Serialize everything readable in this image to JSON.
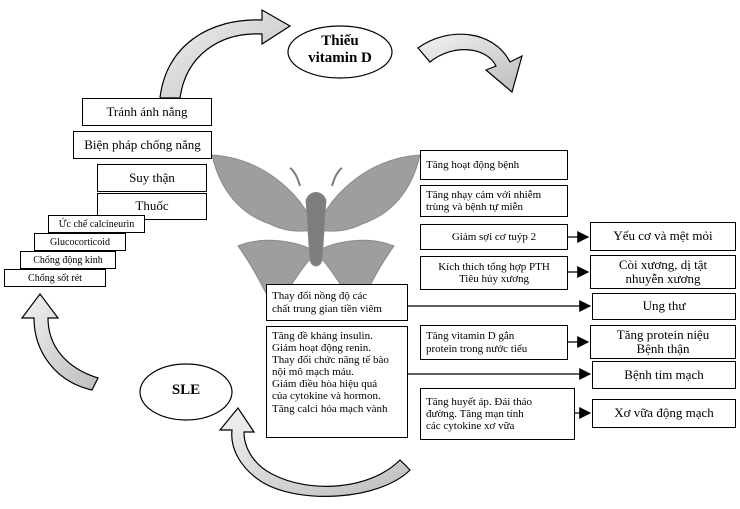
{
  "center": {
    "title": "Thiếu\nvitamin D"
  },
  "sle": {
    "label": "SLE"
  },
  "causes": [
    "Tránh ánh nắng",
    "Biện pháp chống nắng",
    "Suy thận",
    "Thuốc",
    "Ức chế calcineurin",
    "Glucocorticoid",
    "Chống động kinh",
    "Chống sốt rét"
  ],
  "effects": {
    "activity": "Tăng hoạt động bệnh",
    "infection": "Tăng nhạy cảm với nhiễm\ntrùng và bệnh tự miễn",
    "type2": "Giảm sợi cơ tuýp 2",
    "pth": "Kích thích tổng hợp PTH\nTiêu hủy xương",
    "inflam": "Thay đổi nồng độ các\nchất trung gian tiền viêm",
    "cardio": "Tăng đề kháng insulin.\nGiảm hoạt động renin.\nThay đổi chức năng tế bào\nnội mô mạch máu.\nGiảm điều hòa hiệu quả\ncủa cytokine và hormon.\nTăng calci hóa mạch vành",
    "binding": "Tăng vitamin D gắn\nprotein trong nước tiểu",
    "bp": "Tăng huyết áp. Đái tháo\nđường. Tăng mạn tính\ncác cytokine xơ vữa"
  },
  "outcomes": {
    "weakness": "Yếu cơ và mệt mỏi",
    "rickets": "Còi xương, dị tật\nnhuyễn xương",
    "cancer": "Ung thư",
    "proteinuria": "Tăng protein niệu\nBệnh thận",
    "heart": "Bệnh tim mạch",
    "athero": "Xơ vữa động mạch"
  }
}
